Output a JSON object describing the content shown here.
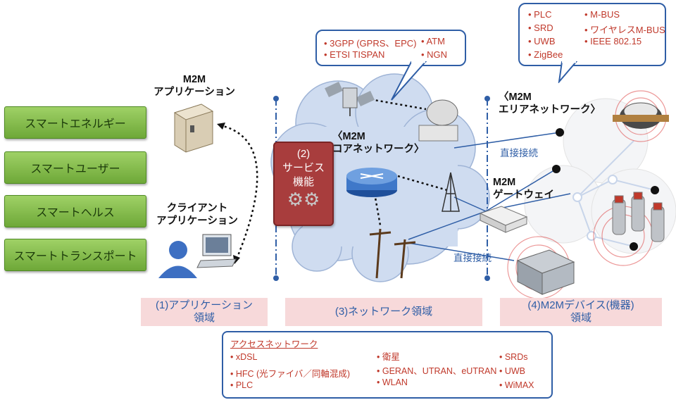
{
  "left_buttons": [
    "スマートエネルギー",
    "スマートユーザー",
    "スマートヘルス",
    "スマートトランスポート"
  ],
  "app_server_label": [
    "M2M",
    "アプリケーション"
  ],
  "client_app_label": [
    "クライアント",
    "アプリケーション"
  ],
  "service_box": [
    "(2)",
    "サービス",
    "機能"
  ],
  "core_label": [
    "〈M2M",
    "コアネットワーク〉"
  ],
  "core_callout": {
    "items": [
      "• 3GPP (GPRS、EPC)",
      "• ATM",
      "• ETSI TISPAN",
      "• NGN"
    ]
  },
  "area_callout": {
    "items": [
      "• PLC",
      "• M-BUS",
      "• SRD",
      "• ワイヤレスM-BUS",
      "• UWB",
      "• IEEE 802.15",
      "• ZigBee"
    ]
  },
  "area_label": [
    "〈M2M",
    "エリアネットワーク〉"
  ],
  "direct_top": "直接接続",
  "direct_bottom": "直接接続",
  "gateway_label": [
    "M2M",
    "ゲートウェイ"
  ],
  "domains": {
    "app": [
      "(1)アプリケーション",
      "領域"
    ],
    "network": "(3)ネットワーク領域",
    "device": [
      "(4)M2Mデバイス(機器)",
      "領域"
    ]
  },
  "access": {
    "title": "アクセスネットワーク",
    "col1": [
      "• xDSL",
      "• HFC (光ファイバ／同軸混成)",
      "• PLC"
    ],
    "col2": [
      "• 衛星",
      "• GERAN、UTRAN、eUTRAN",
      "• WLAN"
    ],
    "col3": [
      "• SRDs",
      "• UWB",
      "• WiMAX"
    ]
  },
  "colors": {
    "accent": "#2f5ea6",
    "callout_text": "#c0392b",
    "service": "#a83d3d",
    "button": "#7db544",
    "domain_bg": "#f7d9da"
  }
}
